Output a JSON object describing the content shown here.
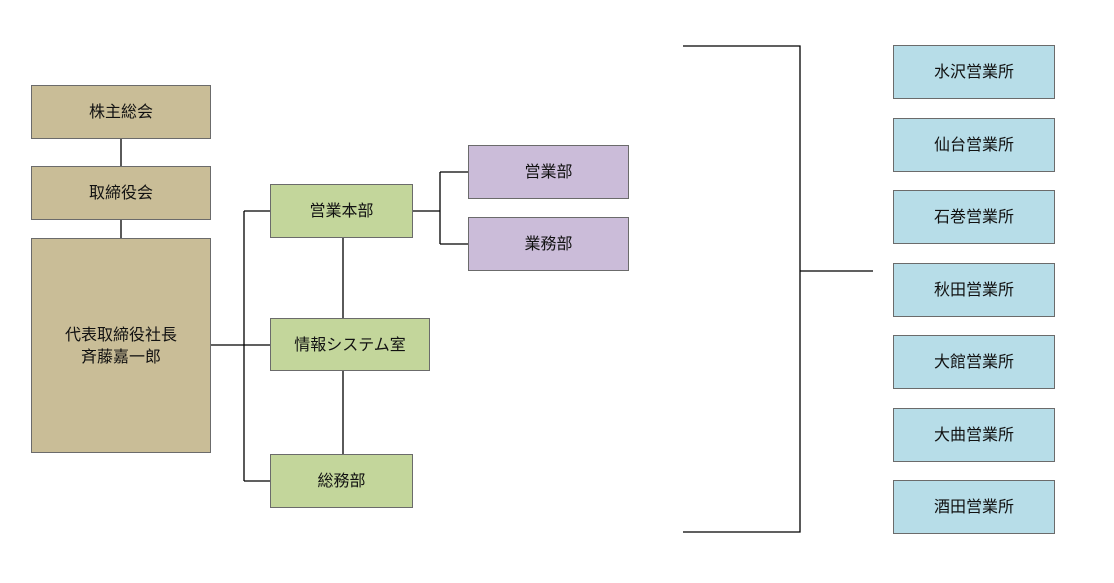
{
  "governance": {
    "shareholders": "株主総会",
    "board": "取締役会",
    "ceo_title": "代表取締役社長",
    "ceo_name": "斉藤嘉一郎"
  },
  "departments": {
    "sales_hq": "営業本部",
    "it_office": "情報システム室",
    "general_affairs": "総務部"
  },
  "sales_sub": {
    "sales_dept": "営業部",
    "business_dept": "業務部"
  },
  "branches": [
    "水沢営業所",
    "仙台営業所",
    "石巻営業所",
    "秋田営業所",
    "大館営業所",
    "大曲営業所",
    "酒田営業所"
  ],
  "colors": {
    "governance": "#c9bd97",
    "departments": "#c3d69b",
    "sales_sub": "#cbbcd9",
    "branches": "#b7dde8"
  }
}
